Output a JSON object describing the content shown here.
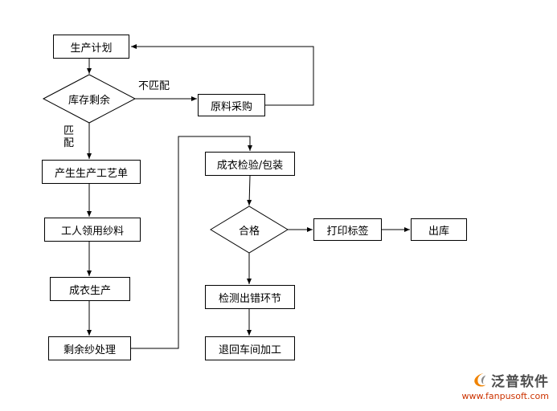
{
  "diagram": {
    "title": "production-workflow-flowchart",
    "nodes": {
      "production_plan": "生产计划",
      "inventory_surplus": "库存剩余",
      "raw_material_purchase": "原料采购",
      "create_process_sheet": "产生生产工艺单",
      "worker_receive_yarn": "工人领用纱料",
      "garment_production": "成衣生产",
      "surplus_yarn_handling": "剩余纱处理",
      "garment_inspection_packaging": "成衣检验/包装",
      "qualified": "合格",
      "print_label": "打印标签",
      "outbound_warehouse": "出库",
      "detect_error_step": "检测出错环节",
      "return_workshop_rework": "退回车间加工"
    },
    "edge_labels": {
      "not_match": "不匹配",
      "match": "匹配"
    },
    "line_color": "#000000"
  },
  "branding": {
    "company_name": "泛普软件",
    "website": "www.fanpusoft.com",
    "accent_color": "#f08300"
  }
}
